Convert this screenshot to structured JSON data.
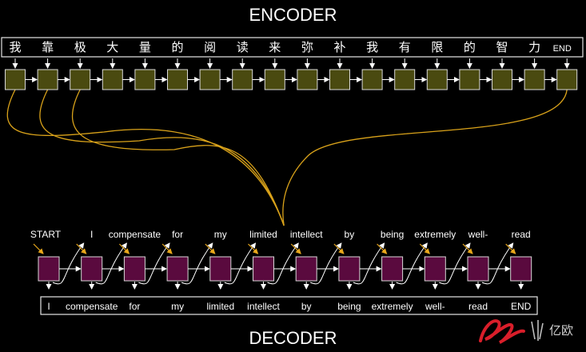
{
  "encoder": {
    "title": "ENCODER",
    "tokens": [
      "我",
      "靠",
      "极",
      "大",
      "量",
      "的",
      "阅",
      "读",
      "来",
      "弥",
      "补",
      "我",
      "有",
      "限",
      "的",
      "智",
      "力",
      "END"
    ]
  },
  "decoder": {
    "title": "DECODER",
    "inputs": [
      "START",
      "I",
      "compensate",
      "for",
      "my",
      "limited",
      "intellect",
      "by",
      "being",
      "extremely",
      "well-",
      "read"
    ],
    "outputs": [
      "I",
      "compensate",
      "for",
      "my",
      "limited",
      "intellect",
      "by",
      "being",
      "extremely",
      "well-",
      "read",
      "END"
    ]
  },
  "watermark": {
    "text": "亿欧"
  },
  "colors": {
    "encoder_cell": "#4a4a10",
    "decoder_cell": "#5a0a3e",
    "attention_curve": "#d9a21a",
    "decoder_link": "#e9a81c",
    "box_border": "#e6e6e6",
    "watermark_red": "#d91e2a"
  }
}
